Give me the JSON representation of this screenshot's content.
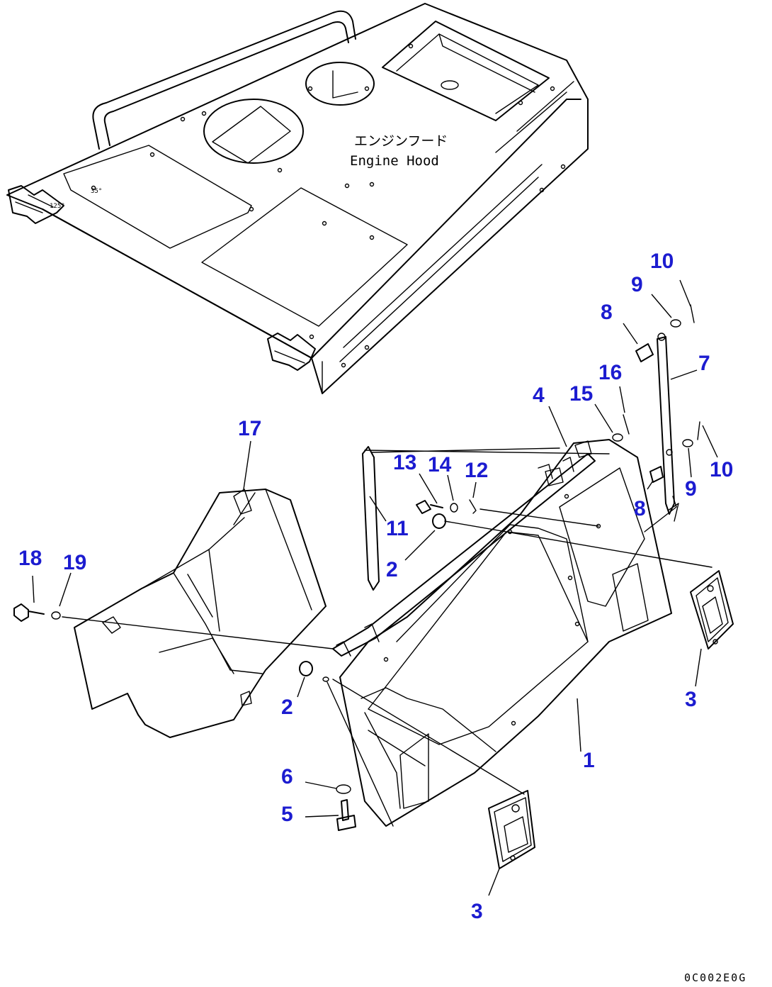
{
  "hood_label": {
    "japanese": "エンジンフード",
    "english": "Engine Hood"
  },
  "drawing_number": "0C002E0G",
  "small_marks": [
    "125°",
    "35°"
  ],
  "callouts": [
    {
      "id": "c1",
      "label": "1"
    },
    {
      "id": "c2a",
      "label": "2"
    },
    {
      "id": "c2b",
      "label": "2"
    },
    {
      "id": "c3a",
      "label": "3"
    },
    {
      "id": "c3b",
      "label": "3"
    },
    {
      "id": "c4",
      "label": "4"
    },
    {
      "id": "c5",
      "label": "5"
    },
    {
      "id": "c6",
      "label": "6"
    },
    {
      "id": "c7",
      "label": "7"
    },
    {
      "id": "c8a",
      "label": "8"
    },
    {
      "id": "c8b",
      "label": "8"
    },
    {
      "id": "c9a",
      "label": "9"
    },
    {
      "id": "c9b",
      "label": "9"
    },
    {
      "id": "c10a",
      "label": "10"
    },
    {
      "id": "c10b",
      "label": "10"
    },
    {
      "id": "c11",
      "label": "11"
    },
    {
      "id": "c12",
      "label": "12"
    },
    {
      "id": "c13",
      "label": "13"
    },
    {
      "id": "c14",
      "label": "14"
    },
    {
      "id": "c15",
      "label": "15"
    },
    {
      "id": "c16",
      "label": "16"
    },
    {
      "id": "c17",
      "label": "17"
    },
    {
      "id": "c18",
      "label": "18"
    },
    {
      "id": "c19",
      "label": "19"
    }
  ],
  "colors": {
    "callout": "#1c1cd0",
    "line": "#000000",
    "background": "#ffffff"
  }
}
